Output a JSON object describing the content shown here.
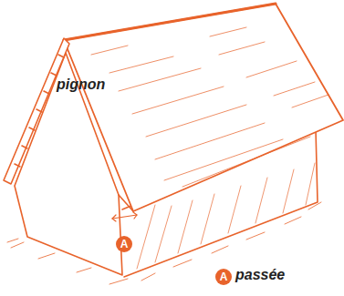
{
  "diagram": {
    "labels": [
      "pignon",
      "A",
      "A",
      "passée"
    ]
  }
}
